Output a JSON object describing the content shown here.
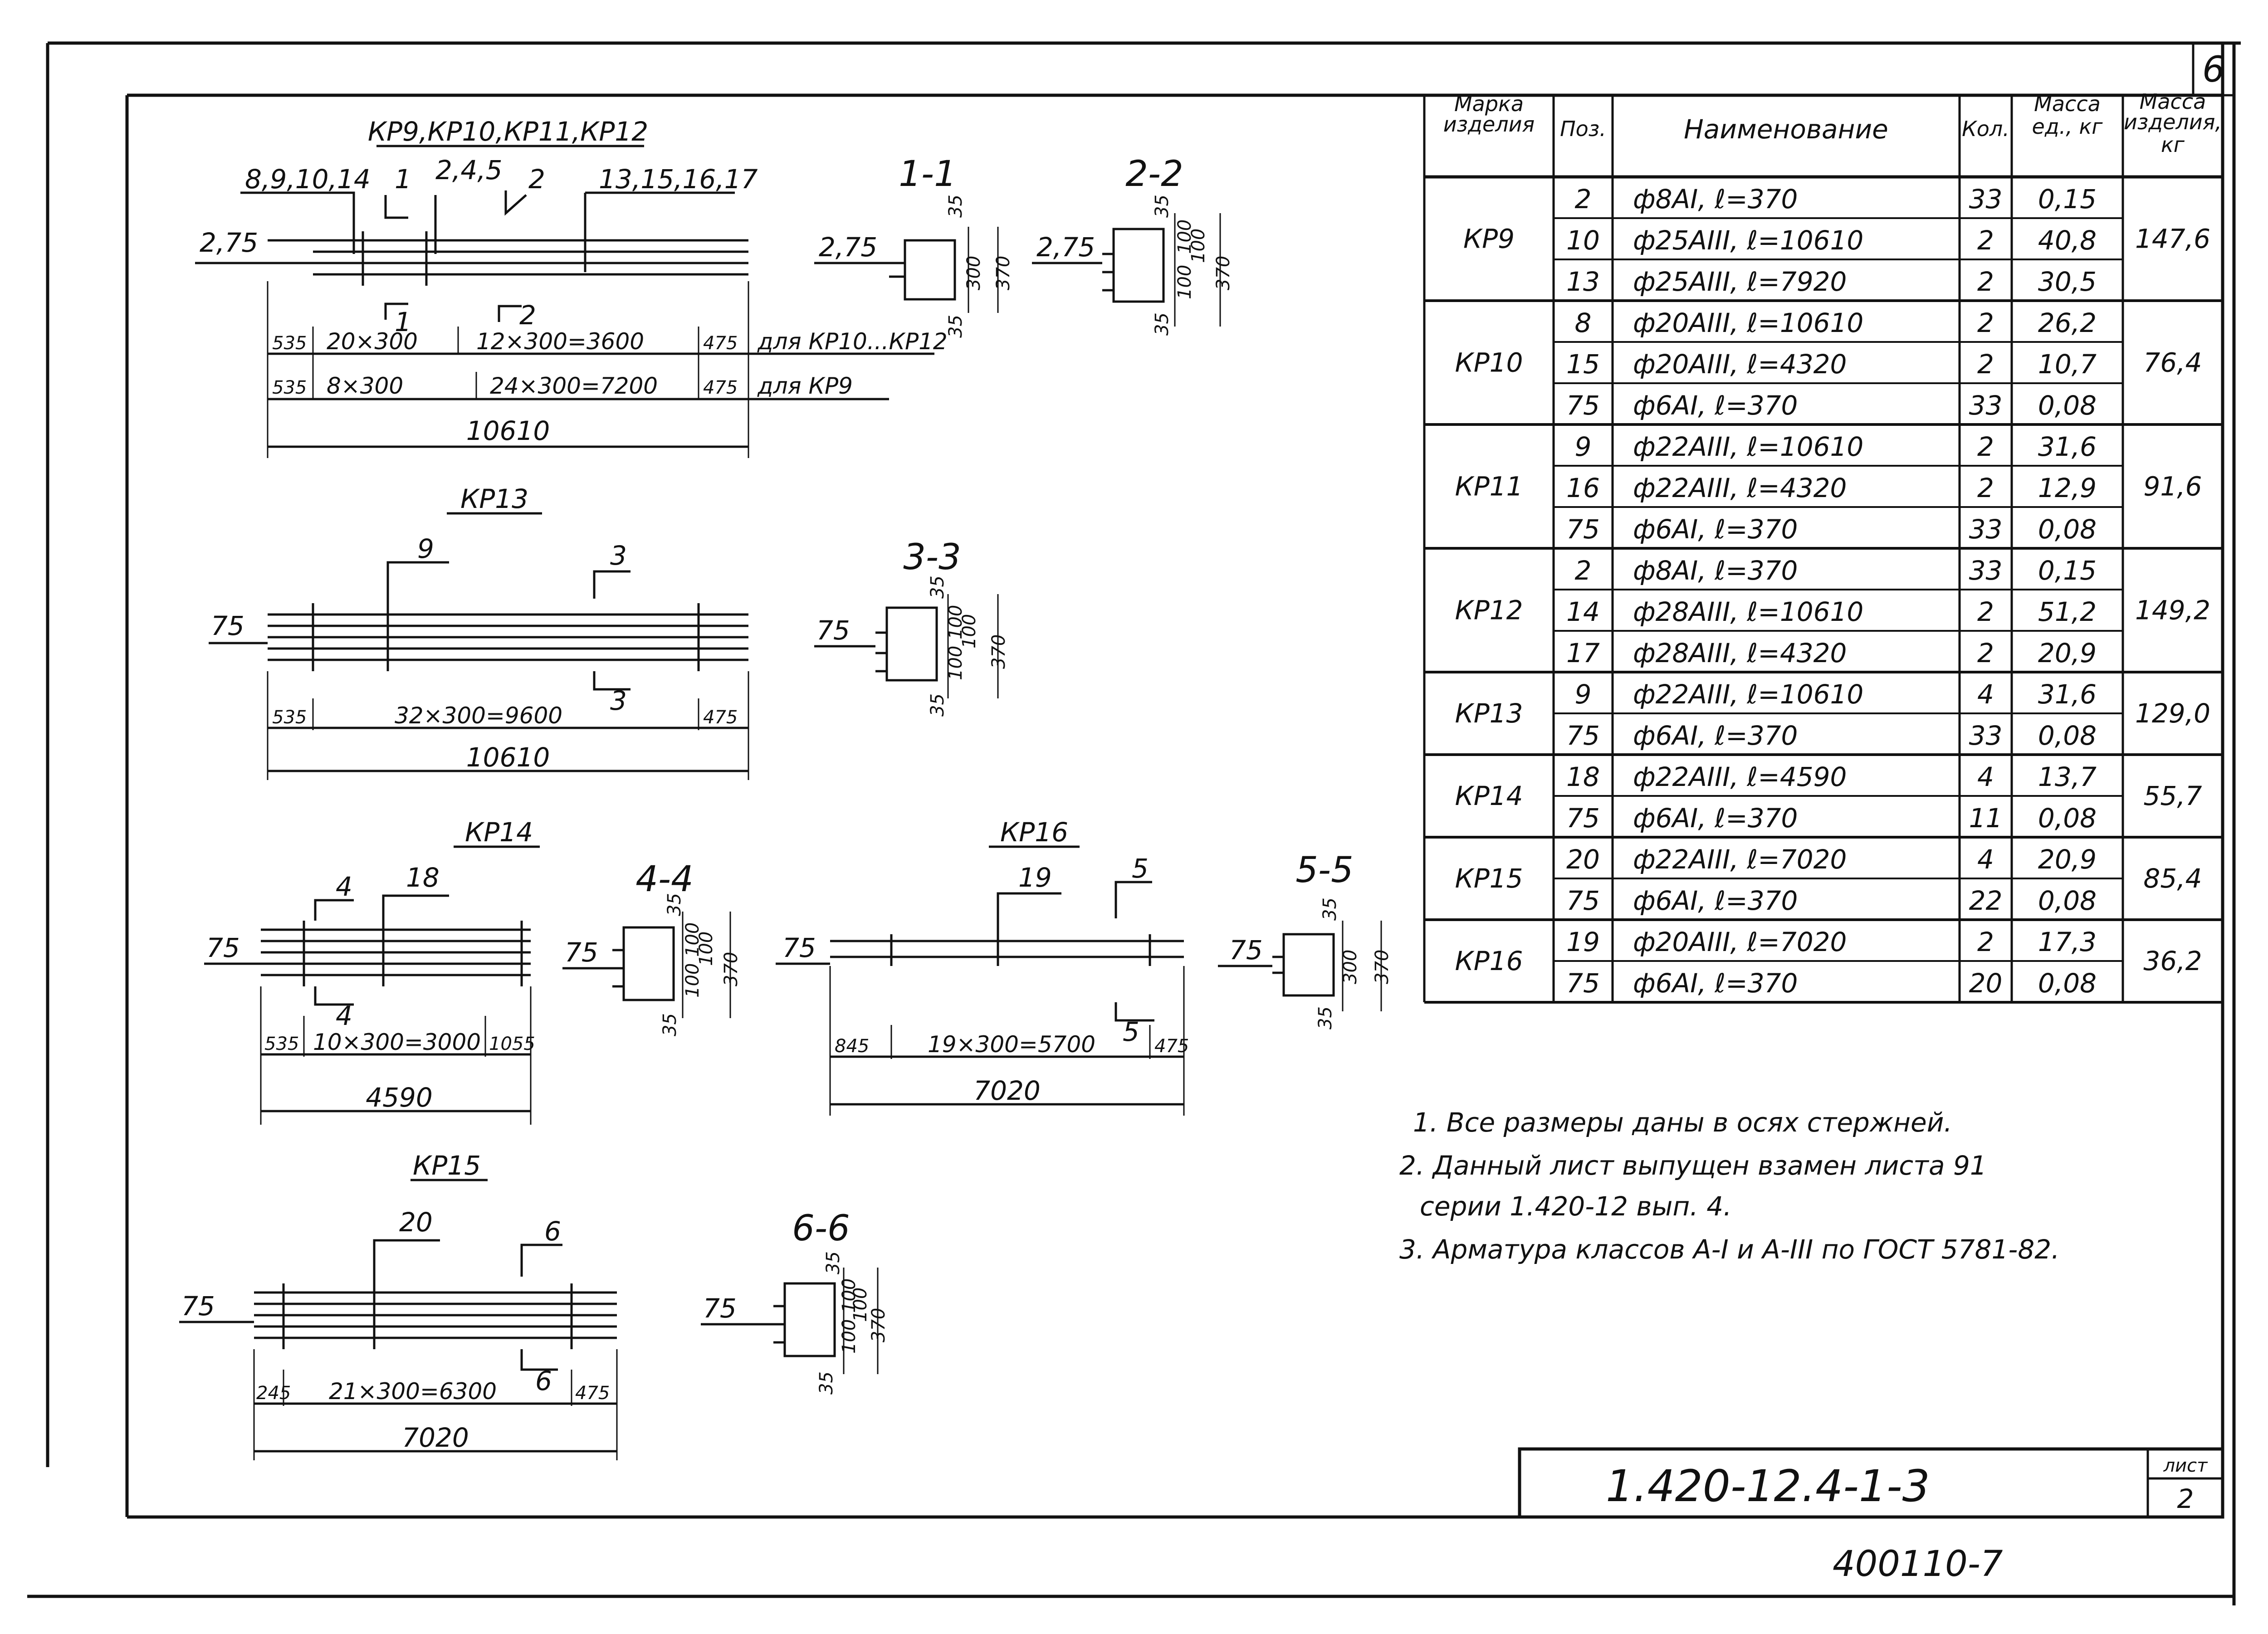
{
  "sheet": {
    "page_no": "6",
    "code": "1.420-12.4-1-3",
    "list_label": "лист",
    "list_no": "2",
    "stamp": "400110-7"
  },
  "drawings": {
    "kp9_12": {
      "title": "КР9,КР10,КР11,КР12",
      "callout_a": "8,9,10,14",
      "callout_1": "1",
      "callout_245": "2,4,5",
      "callout_2": "2",
      "callout_b": "13,15,16,17",
      "left_dim": "2,75",
      "row1": [
        "535",
        "20×300",
        "12×300=3600",
        "475"
      ],
      "row1_note": "для КР10...КР12",
      "row2": [
        "535",
        "8×300",
        "24×300=7200",
        "475"
      ],
      "row2_note": "для КР9",
      "total": "10610",
      "cut1": "1",
      "cut2": "2"
    },
    "sec11": {
      "title": "1-1",
      "left": "2,75",
      "top": "35",
      "mid": "300",
      "bottom": "35",
      "overall": "370"
    },
    "sec22": {
      "title": "2-2",
      "left": "2,75",
      "top": "35",
      "mid1": "100",
      "mid2": "100",
      "mid3": "100",
      "bottom": "35",
      "overall": "370"
    },
    "kp13": {
      "title": "КР13",
      "pos": "9",
      "cut": "3",
      "left_dim": "75",
      "row": [
        "535",
        "32×300=9600",
        "475"
      ],
      "total": "10610"
    },
    "sec33": {
      "title": "3-3",
      "left": "75",
      "top": "35",
      "mid1": "100",
      "mid2": "100",
      "mid3": "100",
      "bottom": "35",
      "overall": "370"
    },
    "kp14": {
      "title": "КР14",
      "pos": "18",
      "cut": "4",
      "left_dim": "75",
      "row": [
        "535",
        "10×300=3000",
        "1055"
      ],
      "total": "4590"
    },
    "sec44": {
      "title": "4-4",
      "left": "75",
      "top": "35",
      "mid1": "100",
      "mid2": "100",
      "mid3": "100",
      "bottom": "35",
      "overall": "370"
    },
    "kp16": {
      "title": "КР16",
      "pos": "19",
      "cut": "5",
      "left_dim": "75",
      "row": [
        "845",
        "19×300=5700",
        "475"
      ],
      "total": "7020"
    },
    "sec55": {
      "title": "5-5",
      "left": "75",
      "top": "35",
      "mid": "300",
      "bottom": "35",
      "overall": "370"
    },
    "kp15": {
      "title": "КР15",
      "pos": "20",
      "cut": "6",
      "left_dim": "75",
      "row": [
        "245",
        "21×300=6300",
        "475"
      ],
      "total": "7020"
    },
    "sec66": {
      "title": "6-6",
      "left": "75",
      "top": "35",
      "mid1": "100",
      "mid2": "100",
      "mid3": "100",
      "bottom": "35",
      "overall": "370"
    }
  },
  "spec_table": {
    "headers": {
      "mark": [
        "Марка",
        "изделия"
      ],
      "pos": "Поз.",
      "name": "Наименование",
      "qty": "Кол.",
      "unit_mass": [
        "Масса",
        "ед., кг"
      ],
      "item_mass": [
        "Масса",
        "изделия,",
        "кг"
      ]
    },
    "groups": [
      {
        "mark": "КР9",
        "mass": "147,6",
        "rows": [
          {
            "pos": "2",
            "name": "ф8АI, ℓ=370",
            "qty": "33",
            "unit": "0,15"
          },
          {
            "pos": "10",
            "name": "ф25АIII, ℓ=10610",
            "qty": "2",
            "unit": "40,8"
          },
          {
            "pos": "13",
            "name": "ф25АIII, ℓ=7920",
            "qty": "2",
            "unit": "30,5"
          }
        ]
      },
      {
        "mark": "КР10",
        "mass": "76,4",
        "rows": [
          {
            "pos": "8",
            "name": "ф20АIII, ℓ=10610",
            "qty": "2",
            "unit": "26,2"
          },
          {
            "pos": "15",
            "name": "ф20АIII, ℓ=4320",
            "qty": "2",
            "unit": "10,7"
          },
          {
            "pos": "75",
            "name": "ф6АI, ℓ=370",
            "qty": "33",
            "unit": "0,08"
          }
        ]
      },
      {
        "mark": "КР11",
        "mass": "91,6",
        "rows": [
          {
            "pos": "9",
            "name": "ф22АIII, ℓ=10610",
            "qty": "2",
            "unit": "31,6"
          },
          {
            "pos": "16",
            "name": "ф22АIII, ℓ=4320",
            "qty": "2",
            "unit": "12,9"
          },
          {
            "pos": "75",
            "name": "ф6АI, ℓ=370",
            "qty": "33",
            "unit": "0,08"
          }
        ]
      },
      {
        "mark": "КР12",
        "mass": "149,2",
        "rows": [
          {
            "pos": "2",
            "name": "ф8АI, ℓ=370",
            "qty": "33",
            "unit": "0,15"
          },
          {
            "pos": "14",
            "name": "ф28АIII, ℓ=10610",
            "qty": "2",
            "unit": "51,2"
          },
          {
            "pos": "17",
            "name": "ф28АIII, ℓ=4320",
            "qty": "2",
            "unit": "20,9"
          }
        ]
      },
      {
        "mark": "КР13",
        "mass": "129,0",
        "rows": [
          {
            "pos": "9",
            "name": "ф22АIII, ℓ=10610",
            "qty": "4",
            "unit": "31,6"
          },
          {
            "pos": "75",
            "name": "ф6АI, ℓ=370",
            "qty": "33",
            "unit": "0,08"
          }
        ]
      },
      {
        "mark": "КР14",
        "mass": "55,7",
        "rows": [
          {
            "pos": "18",
            "name": "ф22АIII, ℓ=4590",
            "qty": "4",
            "unit": "13,7"
          },
          {
            "pos": "75",
            "name": "ф6АI, ℓ=370",
            "qty": "11",
            "unit": "0,08"
          }
        ]
      },
      {
        "mark": "КР15",
        "mass": "85,4",
        "rows": [
          {
            "pos": "20",
            "name": "ф22АIII, ℓ=7020",
            "qty": "4",
            "unit": "20,9"
          },
          {
            "pos": "75",
            "name": "ф6АI, ℓ=370",
            "qty": "22",
            "unit": "0,08"
          }
        ]
      },
      {
        "mark": "КР16",
        "mass": "36,2",
        "rows": [
          {
            "pos": "19",
            "name": "ф20АIII, ℓ=7020",
            "qty": "2",
            "unit": "17,3"
          },
          {
            "pos": "75",
            "name": "ф6АI, ℓ=370",
            "qty": "20",
            "unit": "0,08"
          }
        ]
      }
    ]
  },
  "notes": [
    "1. Все размеры даны в осях стержней.",
    "2. Данный лист выпущен взамен листа 91",
    "серии 1.420-12 вып. 4.",
    "3. Арматура классов А-I и А-III по ГОСТ 5781-82."
  ]
}
